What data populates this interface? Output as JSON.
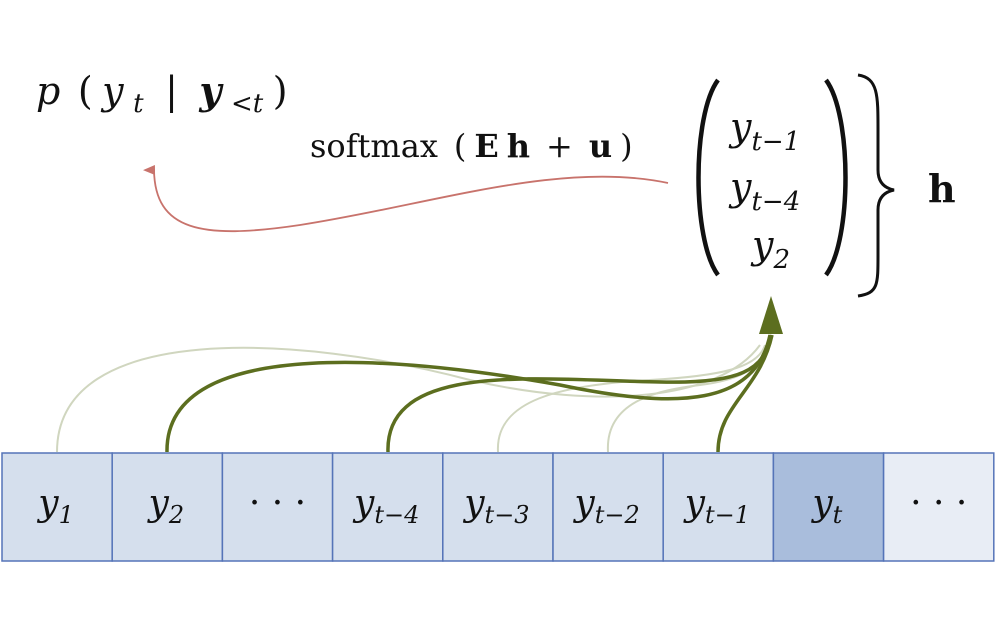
{
  "prob": {
    "p": "p",
    "open": "(",
    "y": "y",
    "t": "t",
    "bar": "|",
    "ybold": "y",
    "lt": "<t",
    "close": ")"
  },
  "softmax": {
    "word": "softmax",
    "open": "(",
    "E": "E",
    "h": "h",
    "plus": "+",
    "u": "u",
    "close": ")"
  },
  "vector": {
    "entries": [
      {
        "base": "y",
        "sub": "t−1"
      },
      {
        "base": "y",
        "sub": "t−4"
      },
      {
        "base": "y",
        "sub": "2"
      }
    ],
    "label": "h"
  },
  "sequence": {
    "cells": [
      {
        "base": "y",
        "sub": "1",
        "kind": "past"
      },
      {
        "base": "y",
        "sub": "2",
        "kind": "past"
      },
      {
        "base": "· · ·",
        "sub": "",
        "kind": "past"
      },
      {
        "base": "y",
        "sub": "t−4",
        "kind": "past"
      },
      {
        "base": "y",
        "sub": "t−3",
        "kind": "past"
      },
      {
        "base": "y",
        "sub": "t−2",
        "kind": "past"
      },
      {
        "base": "y",
        "sub": "t−1",
        "kind": "past"
      },
      {
        "base": "y",
        "sub": "t",
        "kind": "current"
      },
      {
        "base": "· · ·",
        "sub": "",
        "kind": "future"
      }
    ]
  },
  "edges": {
    "selected_from": [
      1,
      3,
      6
    ],
    "faded_from": [
      0,
      4,
      5
    ]
  },
  "colors": {
    "cell_past": "#d5dfed",
    "cell_current": "#a9bddc",
    "cell_future": "#e8edf5",
    "cell_border": "#5574b8",
    "edge_selected": "#5c6e1f",
    "edge_faded": "#d0d6bf",
    "output_arrow": "#c8736c"
  }
}
